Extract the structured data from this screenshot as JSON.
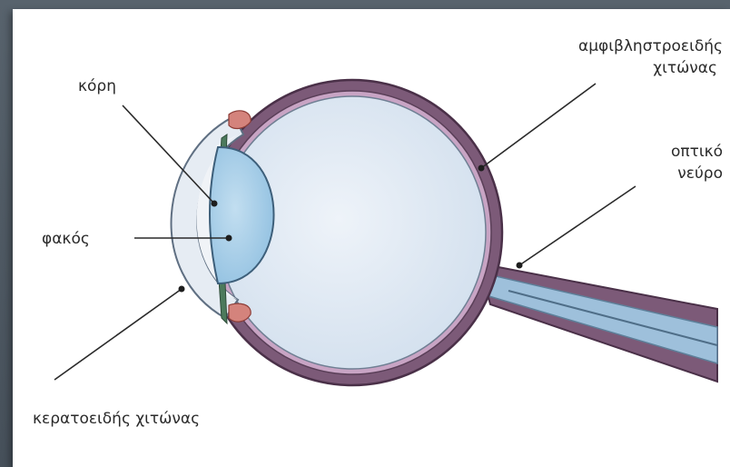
{
  "labels": {
    "pupil": "κόρη",
    "lens": "φακός",
    "cornea": "κερατοειδής χιτώνας",
    "retina_line1": "αμφιβληστροειδής",
    "retina_line2": "χιτώνας",
    "optic_line1": "οπτικό",
    "optic_line2": "νεύρο"
  },
  "colors": {
    "sclera": "#7c5a78",
    "sclera_edge": "#4a3048",
    "vitreous": "#dfe8f3",
    "lens": "#a9d0ea",
    "cornea": "#e4eaf1",
    "iris": "#4c7a5c",
    "ciliary": "#d4837c",
    "nerve": "#8fb6d6"
  }
}
